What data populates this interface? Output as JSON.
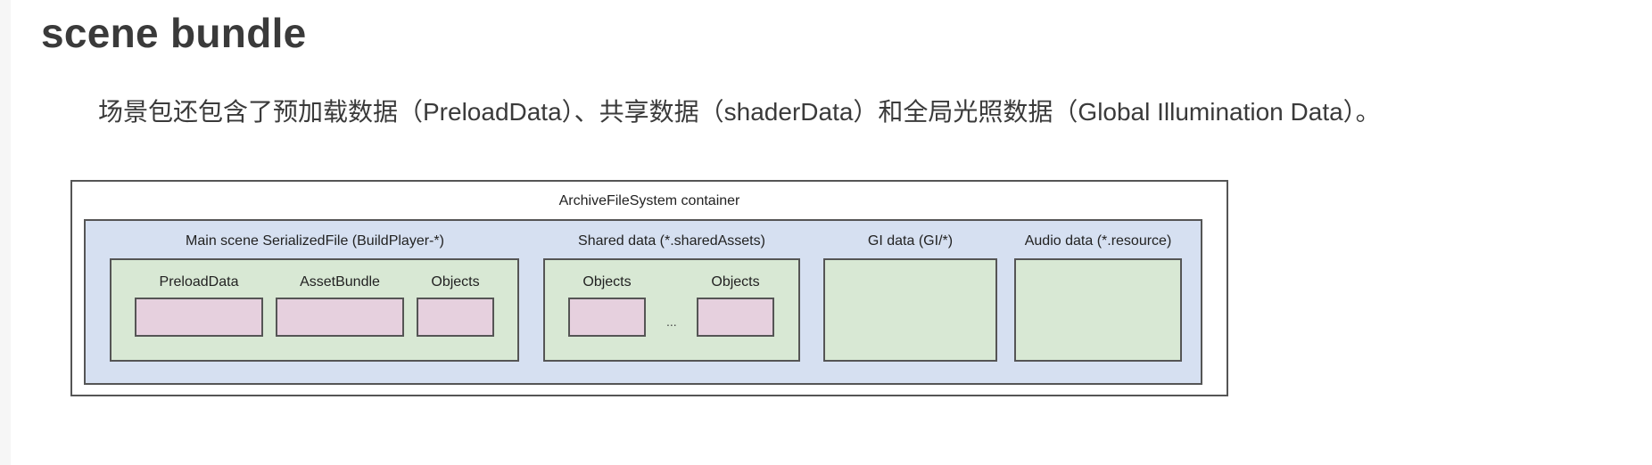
{
  "heading": "scene bundle",
  "paragraph": "场景包还包含了预加载数据（PreloadData）、共享数据（shaderData）和全局光照数据（Global Illumination Data）。",
  "diagram": {
    "container_title": "ArchiveFileSystem container",
    "main_scene": {
      "title": "Main scene SerializedFile (BuildPlayer-*)",
      "items": [
        "PreloadData",
        "AssetBundle",
        "Objects"
      ]
    },
    "shared_data": {
      "title": "Shared data (*.sharedAssets)",
      "items": [
        "Objects",
        "Objects"
      ],
      "ellipsis": "..."
    },
    "gi_data": {
      "title": "GI data (GI/*)"
    },
    "audio_data": {
      "title": "Audio data (*.resource)"
    },
    "colors": {
      "outer_fill": "#ffffff",
      "section_fill": "#d6e0f1",
      "file_fill": "#d8e8d4",
      "object_fill": "#e6d0de",
      "stroke": "#555555"
    }
  }
}
